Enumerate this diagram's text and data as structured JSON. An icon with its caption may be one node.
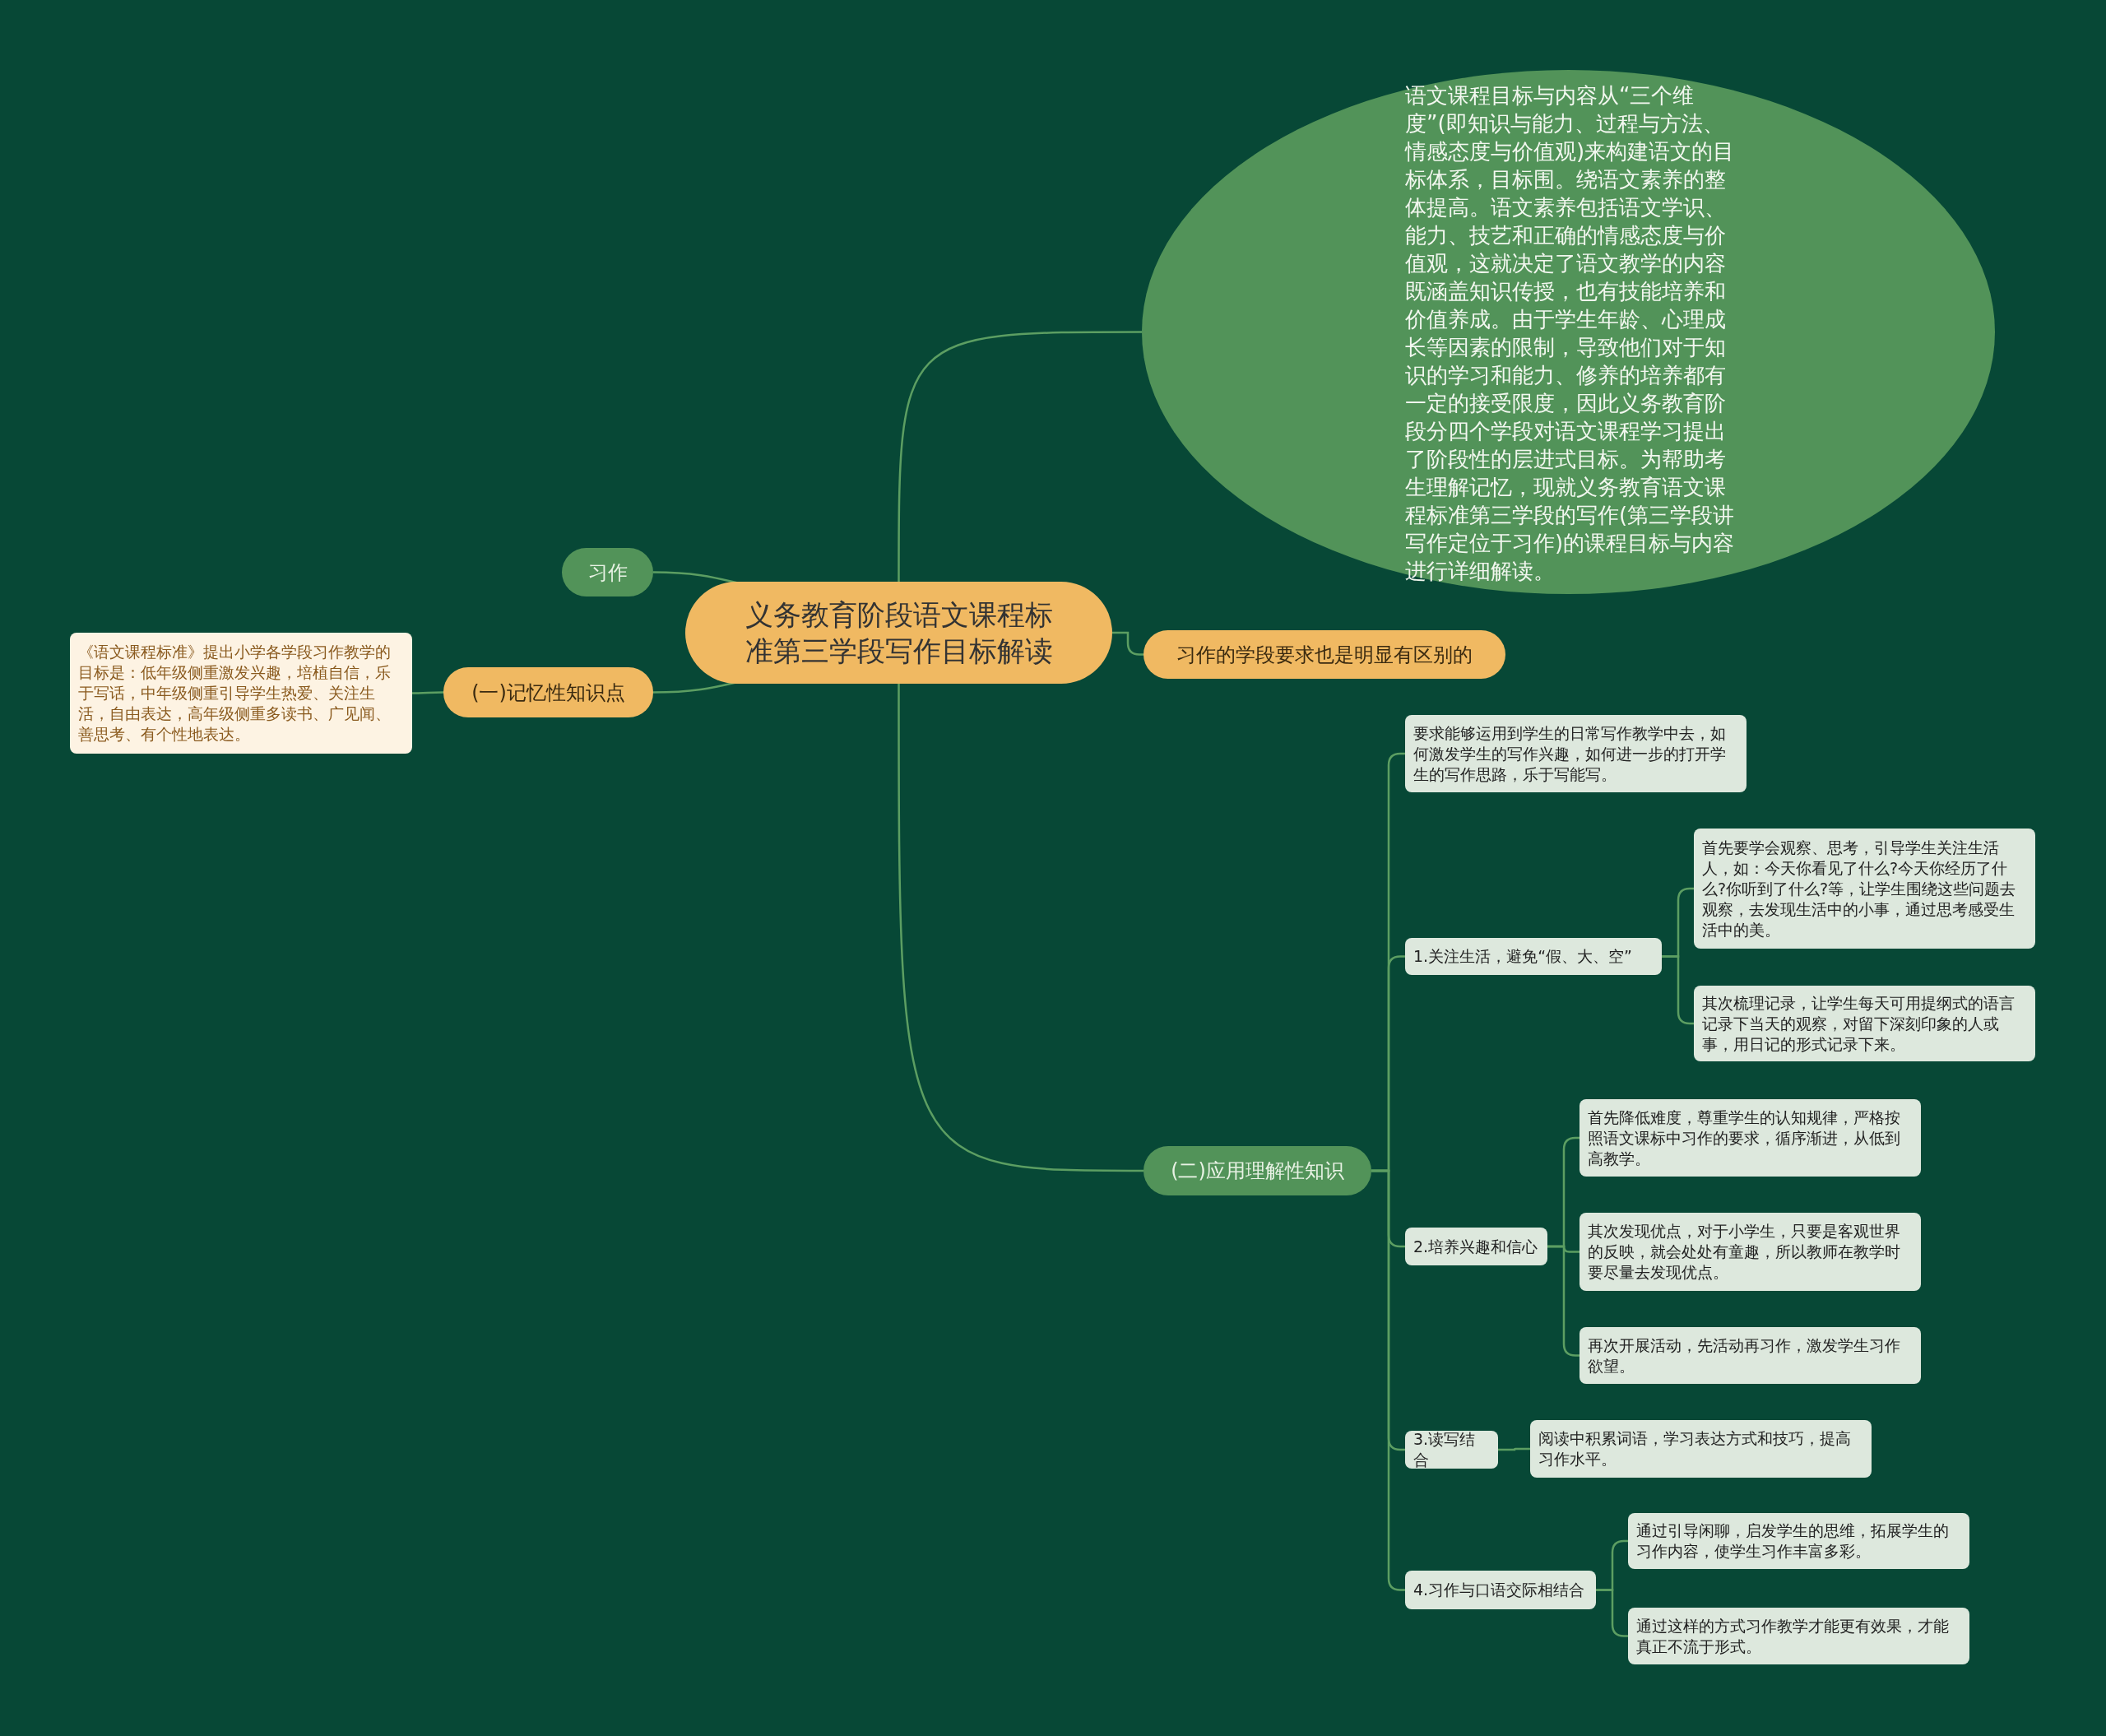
{
  "diagram": {
    "nodes": [
      {
        "text": [
          "义务教育阶段语文课程标准第三学段写作目标解读"
        ]
      },
      {
        "text": [
          "语文课程目标与内容从“三个维度”(即知识与能力、过程与方法、情感态度与价值观)来构建语文的目标体系，目标围。绕语文素养的整体提高。语文素养包括语文学识、能力、技艺和正确的情感态度与价值观，这就决定了语文教学的内容既涵盖知识传授，也有技能培养和价值养成。由于学生年龄、心理成长等因素的限制，导致他们对于知识的学习和能力、修养的培养都有一定的接受限度，因此义务教育阶段分四个学段对语文课程学习提出了阶段性的层进式目标。为帮助考生理解记忆，现就义务教育语文课程标准第三学段的写作(第三学段讲写作定位于习作)的课程目标与内容进行详细解读。"
        ]
      },
      {
        "text": [
          "习作"
        ]
      },
      {
        "text": [
          "(一)记忆性知识点"
        ]
      },
      {
        "text": [
          "《语文课程标准》提出小学各学段习作教学的目标是：低年级侧重激发兴趣，培植自信，乐于写话，中年级侧重引导学生热爱、关注生活，自由表达，高年级侧重多读书、广见闻、善思考、有个性地表达。"
        ]
      },
      {
        "text": [
          "习作的学段要求也是明显有区别的"
        ]
      },
      {
        "text": [
          "(二)应用理解性知识"
        ]
      },
      {
        "text": [
          "要求能够运用到学生的日常写作教学中去，如何激发学生的写作兴趣，如何进一步的打开学生的写作思路，乐于写能写。"
        ]
      },
      {
        "text": [
          "1.关注生活，避免“假、大、空”"
        ]
      },
      {
        "text": [
          "首先要学会观察、思考，引导学生关注生活人，如：今天你看见了什么?今天你经历了什么?你听到了什么?等，让学生围绕这些问题去观察，去发现生活中的小事，通过思考感受生活中的美。"
        ]
      },
      {
        "text": [
          "其次梳理记录，让学生每天可用提纲式的语言记录下当天的观察，对留下深刻印象的人或事，用日记的形式记录下来。"
        ]
      },
      {
        "text": [
          "2.培养兴趣和信心"
        ]
      },
      {
        "text": [
          "首先降低难度，尊重学生的认知规律，严格按照语文课标中习作的要求，循序渐进，从低到高教学。"
        ]
      },
      {
        "text": [
          "其次发现优点，对于小学生，只要是客观世界的反映，就会处处有童趣，所以教师在教学时要尽量去发现优点。"
        ]
      },
      {
        "text": [
          "再次开展活动，先活动再习作，激发学生习作欲望。"
        ]
      },
      {
        "text": [
          "3.读写结合"
        ]
      },
      {
        "text": [
          "阅读中积累词语，学习表达方式和技巧，提高习作水平。"
        ]
      },
      {
        "text": [
          "4.习作与口语交际相结合"
        ]
      },
      {
        "text": [
          "通过引导闲聊，启发学生的思维，拓展学生的习作内容，使学生习作丰富多彩。"
        ]
      },
      {
        "text": [
          "通过这样的方式习作教学才能更有效果，才能真正不流于形式。"
        ]
      }
    ],
    "edges": [
      {
        "from": 0,
        "to": 1,
        "arrow": "none"
      },
      {
        "from": 0,
        "to": 2,
        "arrow": "none"
      },
      {
        "from": 0,
        "to": 3,
        "arrow": "none"
      },
      {
        "from": 3,
        "to": 4,
        "arrow": "none"
      },
      {
        "from": 0,
        "to": 5,
        "arrow": "none"
      },
      {
        "from": 0,
        "to": 6,
        "arrow": "none"
      },
      {
        "from": 6,
        "to": 7,
        "arrow": "none"
      },
      {
        "from": 6,
        "to": 8,
        "arrow": "none"
      },
      {
        "from": 8,
        "to": 9,
        "arrow": "none"
      },
      {
        "from": 8,
        "to": 10,
        "arrow": "none"
      },
      {
        "from": 6,
        "to": 11,
        "arrow": "none"
      },
      {
        "from": 11,
        "to": 12,
        "arrow": "none"
      },
      {
        "from": 11,
        "to": 13,
        "arrow": "none"
      },
      {
        "from": 11,
        "to": 14,
        "arrow": "none"
      },
      {
        "from": 6,
        "to": 15,
        "arrow": "none"
      },
      {
        "from": 15,
        "to": 16,
        "arrow": "none"
      },
      {
        "from": 6,
        "to": 17,
        "arrow": "none"
      },
      {
        "from": 17,
        "to": 18,
        "arrow": "none"
      },
      {
        "from": 17,
        "to": 19,
        "arrow": "none"
      }
    ]
  }
}
